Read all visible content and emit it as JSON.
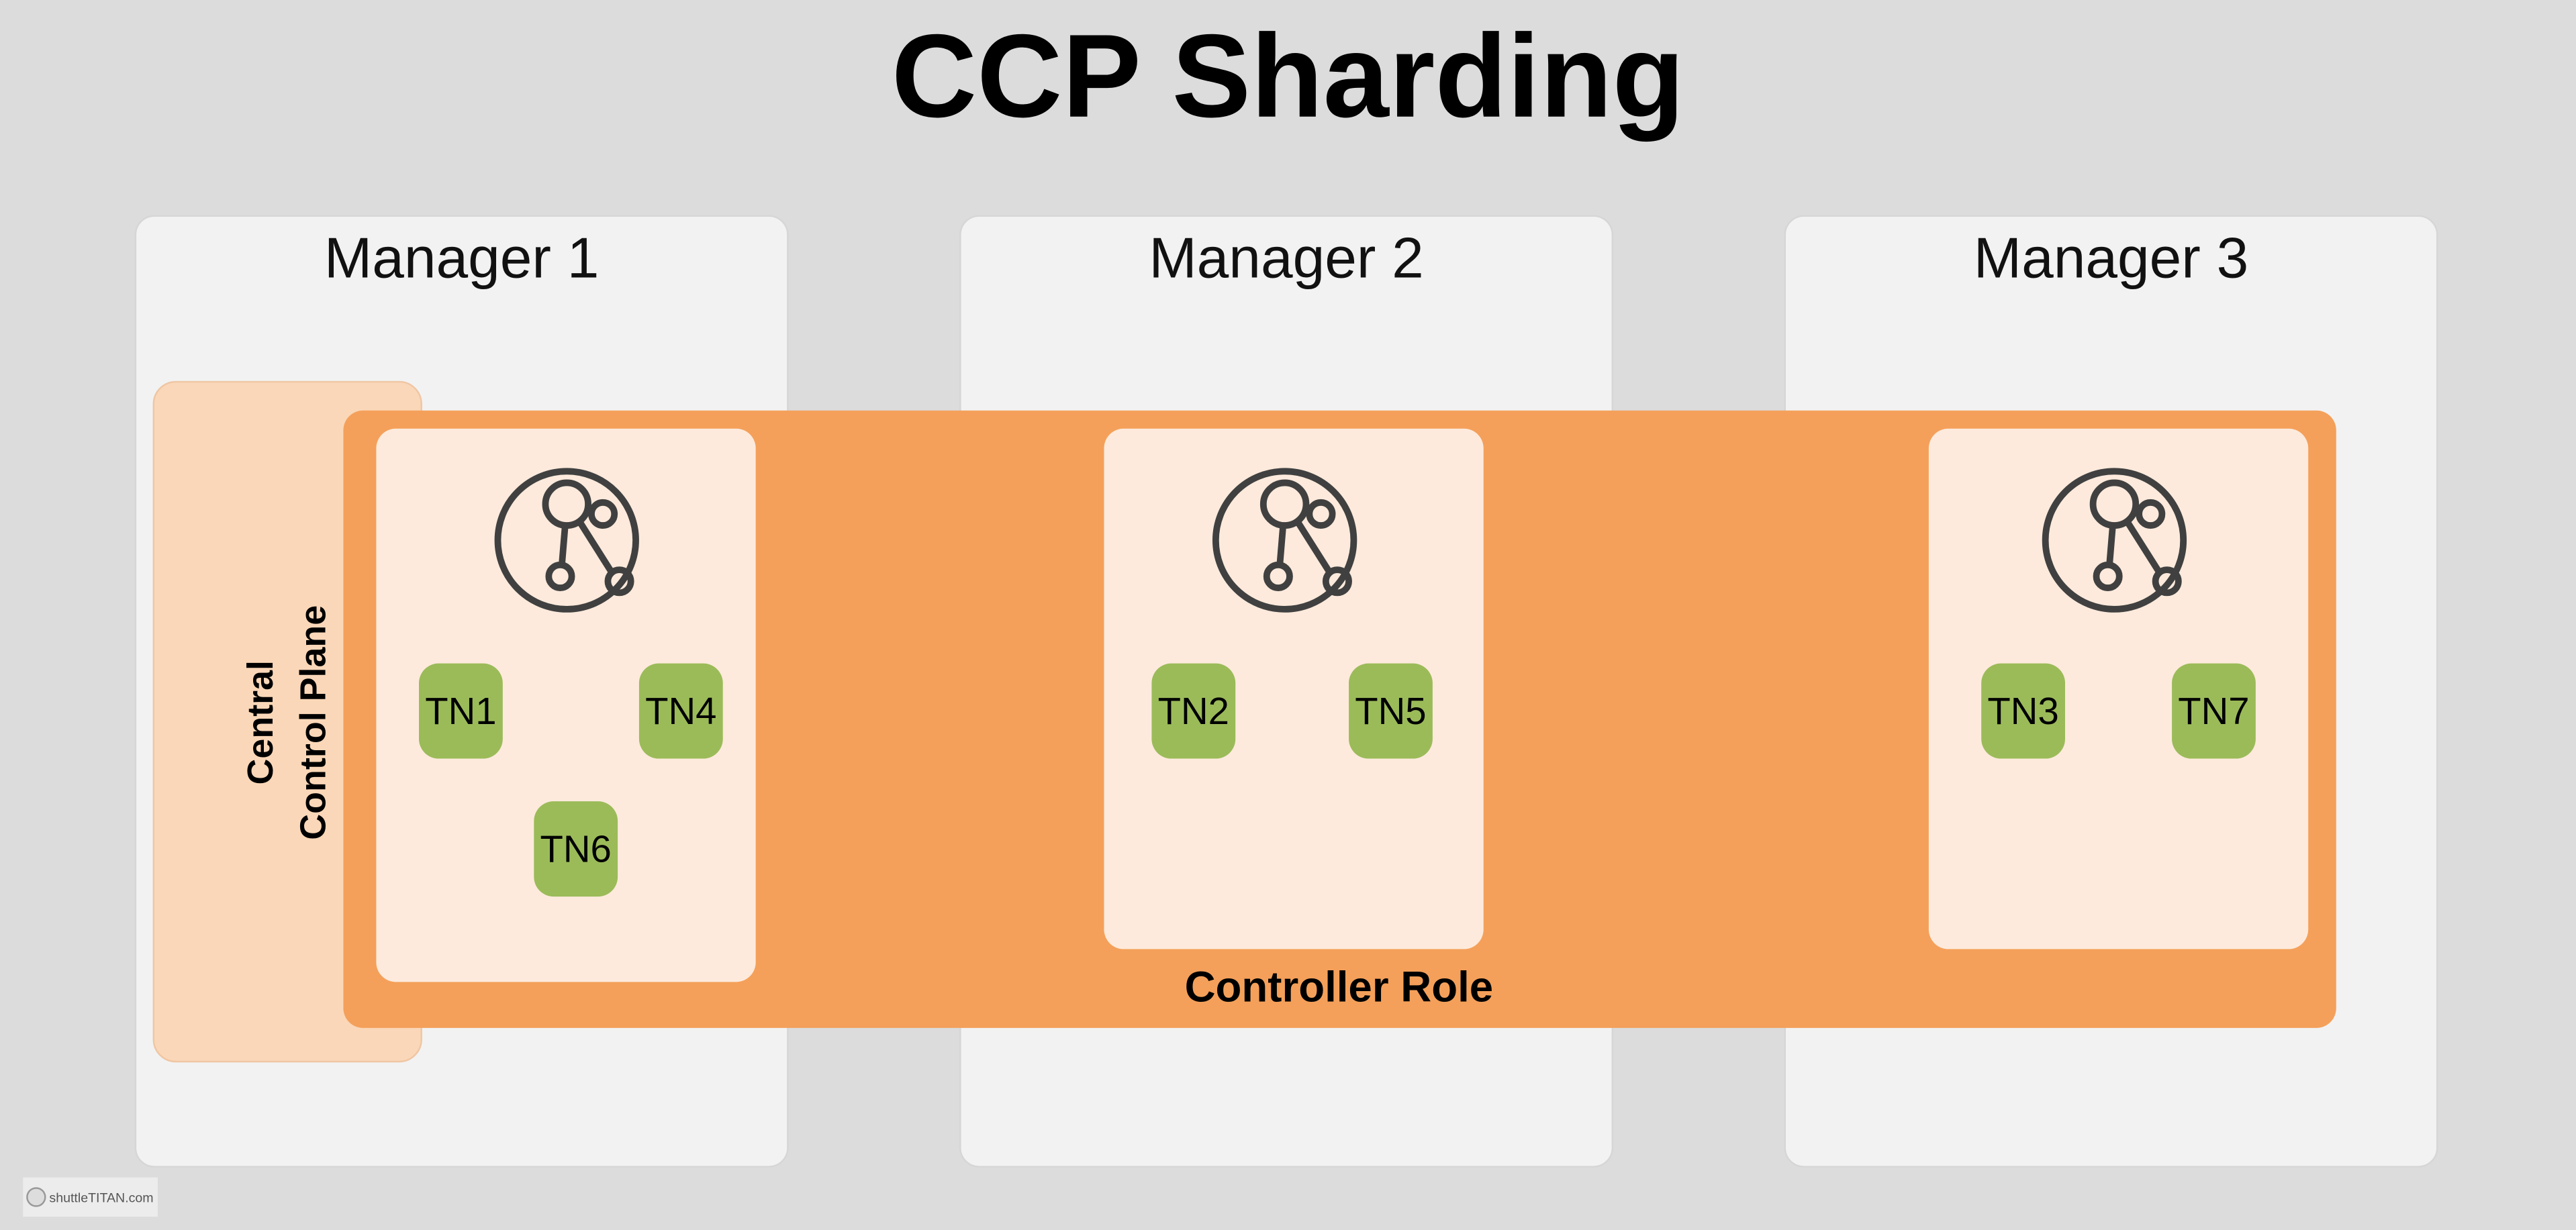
{
  "title": "CCP Sharding",
  "managers": [
    {
      "label": "Manager 1"
    },
    {
      "label": "Manager 2"
    },
    {
      "label": "Manager 3"
    }
  ],
  "central_control_plane": {
    "line1": "Central",
    "line2": "Control Plane"
  },
  "controller_role": "Controller Role",
  "controllers": [
    {
      "icon": "network-hub-icon",
      "nodes": [
        "TN1",
        "TN4",
        "TN6"
      ]
    },
    {
      "icon": "network-hub-icon",
      "nodes": [
        "TN2",
        "TN5"
      ]
    },
    {
      "icon": "network-hub-icon",
      "nodes": [
        "TN3",
        "TN7"
      ]
    }
  ],
  "logo": "shuttleTITAN.com",
  "colors": {
    "background": "#dcdcdc",
    "manager": "#f2f2f2",
    "ccp": "#fad7b8",
    "controller_band": "#f4a05a",
    "controller_box": "#fdeadc",
    "transport_node": "#9bbb59",
    "icon": "#404040"
  }
}
